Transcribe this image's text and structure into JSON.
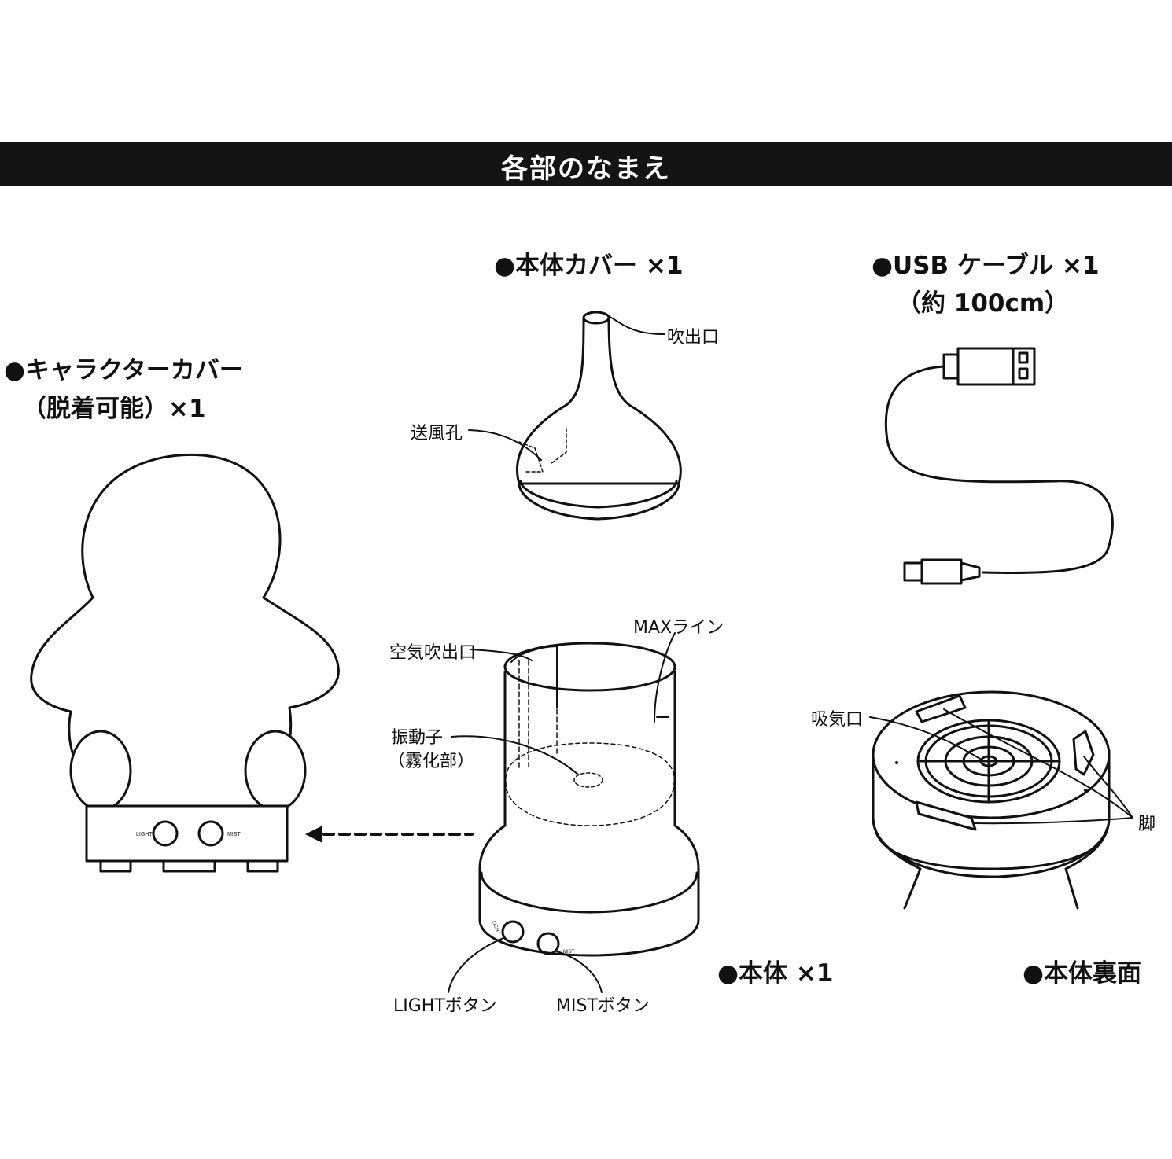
{
  "banner": {
    "title": "各部のなまえ"
  },
  "sections": {
    "character_cover": {
      "heading": "●キャラクターカバー",
      "subheading": "（脱着可能）×1",
      "button_left": "LIGHT",
      "button_right": "MIST"
    },
    "body_cover": {
      "heading": "●本体カバー ×1",
      "labels": {
        "outlet": "吹出口",
        "vent": "送風孔"
      }
    },
    "usb_cable": {
      "heading": "●USB ケーブル ×1",
      "subheading": "（約 100cm）"
    },
    "main_body": {
      "heading": "●本体 ×1",
      "labels": {
        "air_outlet": "空気吹出口",
        "max_line": "MAXライン",
        "vibrator": "振動子",
        "vibrator_sub": "（霧化部）",
        "light_button": "LIGHTボタン",
        "mist_button": "MISTボタン"
      },
      "button_left": "LIGHT",
      "button_right": "MIST"
    },
    "bottom": {
      "heading": "●本体裏面",
      "labels": {
        "intake": "吸気口",
        "feet": "脚"
      }
    }
  }
}
